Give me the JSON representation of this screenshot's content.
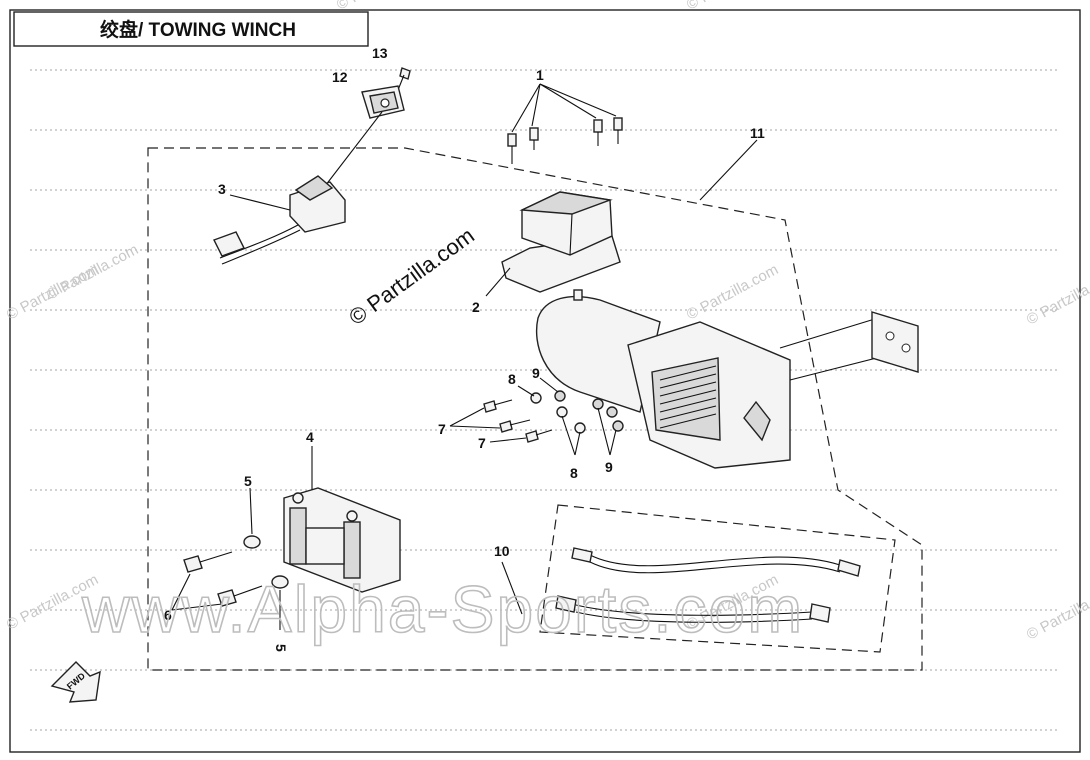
{
  "diagram": {
    "title": "绞盘/ TOWING WINCH",
    "callouts": {
      "c1": "1",
      "c2": "2",
      "c3": "3",
      "c4": "4",
      "c5a": "5",
      "c5b": "5",
      "c6": "6",
      "c7a": "7",
      "c7b": "7",
      "c8a": "8",
      "c8b": "8",
      "c9a": "9",
      "c9b": "9",
      "c10": "10",
      "c11": "11",
      "c12": "12",
      "c13": "13"
    },
    "watermarks": {
      "center": "© Partzilla.com",
      "small": "© Partzilla.com",
      "big": "www.Alpha-Sports.com"
    },
    "fwd_label": "FWD"
  }
}
